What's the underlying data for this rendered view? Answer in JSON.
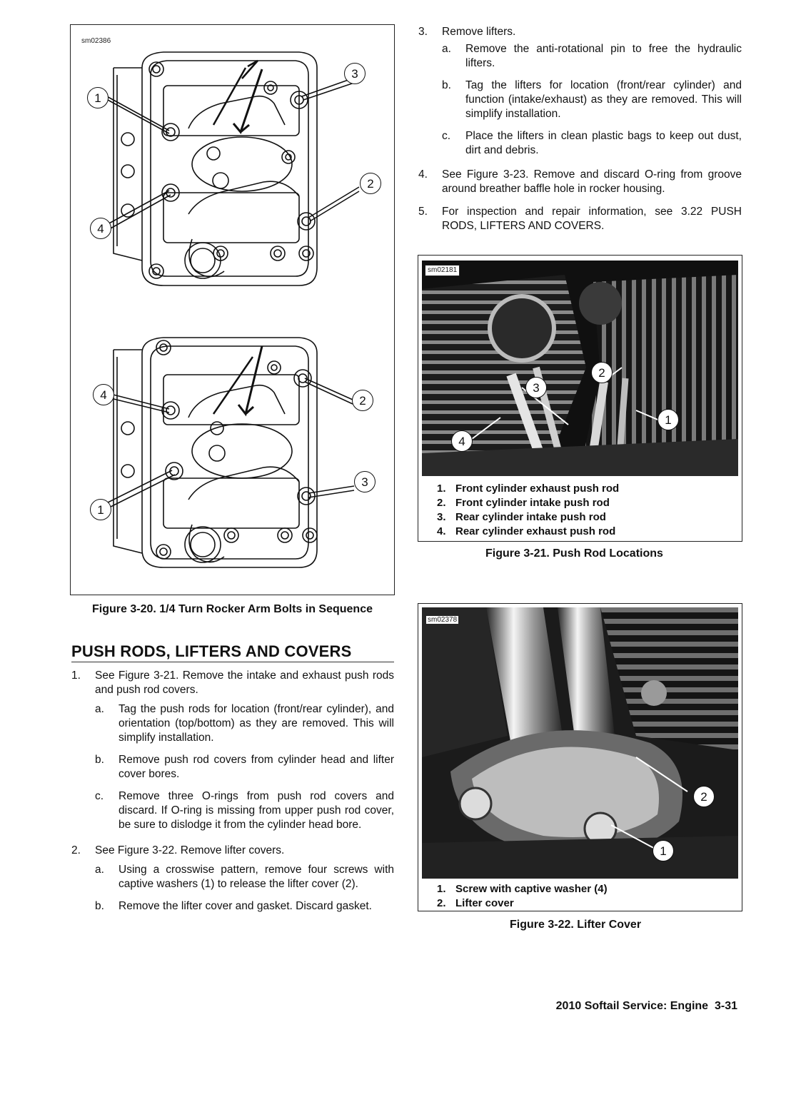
{
  "figure_3_20": {
    "id": "sm02386",
    "caption": "Figure 3-20. 1/4 Turn Rocker Arm Bolts in Sequence",
    "top_callouts": [
      "1",
      "2",
      "3",
      "4"
    ],
    "bottom_callouts": [
      "1",
      "2",
      "3",
      "4"
    ]
  },
  "section": {
    "title": "PUSH RODS, LIFTERS AND COVERS"
  },
  "left_steps": [
    {
      "num": "1.",
      "text": "See Figure 3-21. Remove the intake and exhaust push rods and push rod covers.",
      "subs": [
        {
          "letter": "a.",
          "text": "Tag the push rods for location (front/rear cylinder), and orientation (top/bottom) as they are removed. This will simplify installation."
        },
        {
          "letter": "b.",
          "text": "Remove push rod covers from cylinder head and lifter cover bores."
        },
        {
          "letter": "c.",
          "text": "Remove three O-rings from push rod covers and discard. If O-ring is missing from upper push rod cover, be sure to dislodge it from the cylinder head bore."
        }
      ]
    },
    {
      "num": "2.",
      "text": "See Figure 3-22. Remove lifter covers.",
      "subs": [
        {
          "letter": "a.",
          "text": "Using a crosswise pattern, remove four screws with captive washers (1) to release the lifter cover (2)."
        },
        {
          "letter": "b.",
          "text": "Remove the lifter cover and gasket. Discard gasket."
        }
      ]
    }
  ],
  "right_steps": [
    {
      "num": "3.",
      "text": "Remove lifters.",
      "subs": [
        {
          "letter": "a.",
          "text": "Remove the anti-rotational pin to free the hydraulic lifters."
        },
        {
          "letter": "b.",
          "text": "Tag the lifters for location (front/rear cylinder) and function (intake/exhaust) as they are removed. This will simplify installation."
        },
        {
          "letter": "c.",
          "text": "Place the lifters in clean plastic bags to keep out dust, dirt and debris."
        }
      ]
    },
    {
      "num": "4.",
      "text": "See Figure 3-23. Remove and discard O-ring from groove around breather baffle hole in rocker housing.",
      "subs": []
    },
    {
      "num": "5.",
      "text": "For inspection and repair information, see 3.22 PUSH RODS, LIFTERS AND COVERS.",
      "subs": []
    }
  ],
  "figure_3_21": {
    "id": "sm02181",
    "callouts": [
      "1",
      "2",
      "3",
      "4"
    ],
    "legend": [
      {
        "num": "1.",
        "text": "Front cylinder exhaust push rod"
      },
      {
        "num": "2.",
        "text": "Front cylinder intake push rod"
      },
      {
        "num": "3.",
        "text": "Rear cylinder intake push rod"
      },
      {
        "num": "4.",
        "text": "Rear cylinder exhaust push rod"
      }
    ],
    "caption": "Figure 3-21. Push Rod Locations"
  },
  "figure_3_22": {
    "id": "sm02378",
    "callouts": [
      "1",
      "2"
    ],
    "legend": [
      {
        "num": "1.",
        "text": "Screw with captive washer (4)"
      },
      {
        "num": "2.",
        "text": "Lifter cover"
      }
    ],
    "caption": "Figure 3-22. Lifter Cover"
  },
  "footer": {
    "text": "2010 Softail Service: Engine  3-31"
  }
}
